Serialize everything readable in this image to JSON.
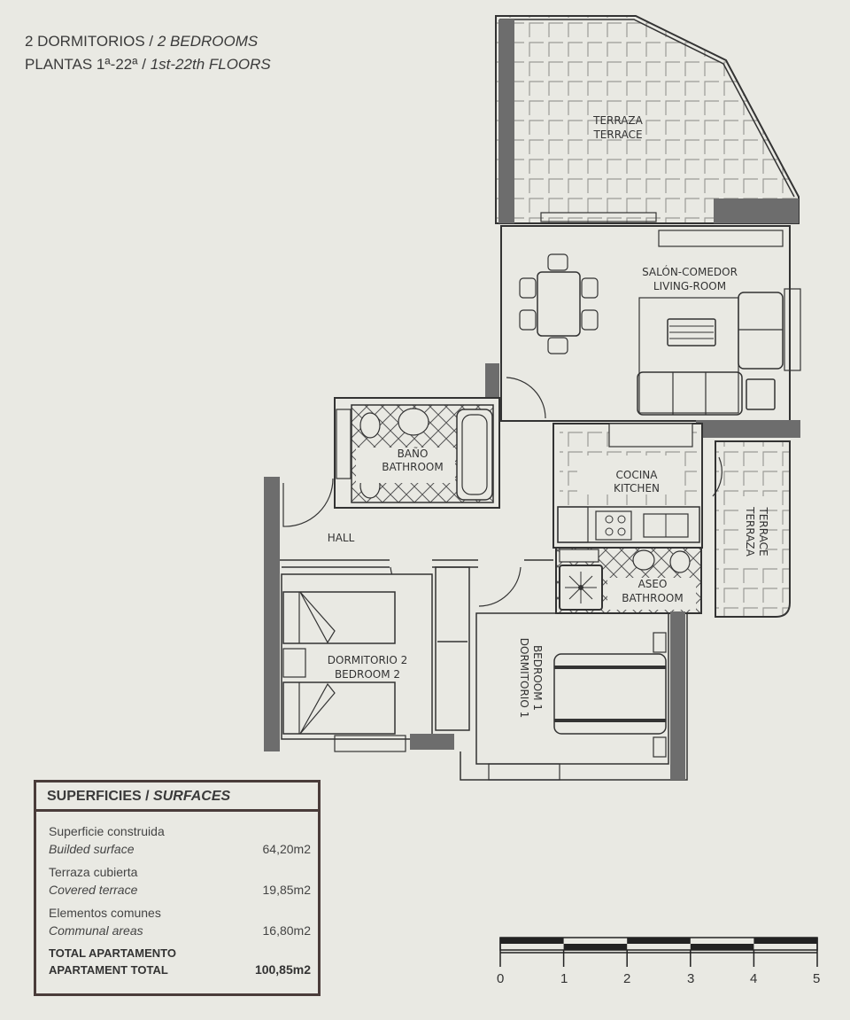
{
  "header": {
    "line1_es": "2 DORMITORIOS / ",
    "line1_en": "2 BEDROOMS",
    "line2_es": "PLANTAS 1ª-22ª / ",
    "line2_en": "1st-22th FLOORS"
  },
  "rooms": {
    "terrace_main": [
      "TERRAZA",
      "TERRACE"
    ],
    "living": [
      "SALÓN-COMEDOR",
      "LIVING-ROOM"
    ],
    "bathroom": [
      "BAÑO",
      "BATHROOM"
    ],
    "kitchen": [
      "COCINA",
      "KITCHEN"
    ],
    "terrace_side": [
      "TERRAZA",
      "TERRACE"
    ],
    "hall": "HALL",
    "toilet": [
      "ASEO",
      "BATHROOM"
    ],
    "bedroom2": [
      "DORMITORIO 2",
      "BEDROOM 2"
    ],
    "bedroom1": [
      "DORMITORIO 1",
      "BEDROOM 1"
    ]
  },
  "surfaces": {
    "title_es": "SUPERFICIES / ",
    "title_en": "SURFACES",
    "rows": [
      {
        "label_es": "Superficie construida",
        "label_en": "Builded surface",
        "value": "64,20m2"
      },
      {
        "label_es": "Terraza cubierta",
        "label_en": "Covered terrace",
        "value": "19,85m2"
      },
      {
        "label_es": "Elementos comunes",
        "label_en": "Communal areas",
        "value": "16,80m2"
      }
    ],
    "total_es": "TOTAL APARTAMENTO",
    "total_en": "APARTAMENT TOTAL",
    "total_value": "100,85m2"
  },
  "scale_bar": {
    "labels": [
      "0",
      "1",
      "2",
      "3",
      "4",
      "5"
    ]
  },
  "colors": {
    "background": "#e9e9e3",
    "wall": "#333333",
    "structural": "#6d6d6d",
    "frame": "#4a3c3a"
  }
}
